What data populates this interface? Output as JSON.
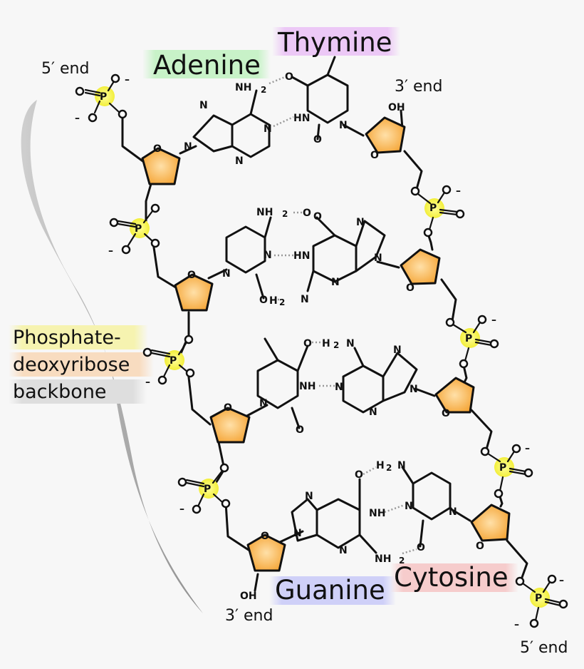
{
  "labels": {
    "adenine": "Adenine",
    "thymine": "Thymine",
    "guanine": "Guanine",
    "cytosine": "Cytosine",
    "end5_top": "5′ end",
    "end3_top": "3′ end",
    "end3_bottom": "3′ end",
    "end5_bottom": "5′ end",
    "backbone_line1": "Phosphate-",
    "backbone_line2": "deoxyribose",
    "backbone_line3": "backbone"
  },
  "atoms": {
    "N": "N",
    "O": "O",
    "P": "P",
    "H": "H",
    "NH": "NH",
    "HN": "HN",
    "NH2": "NH",
    "two": "2",
    "H2N": "H",
    "OH": "OH",
    "minus": "–"
  },
  "colors": {
    "adenine": "#7be07b",
    "thymine": "#d46ef0",
    "guanine": "#8a8cf5",
    "cytosine": "#f08a8a",
    "sugar": "#f7a93c",
    "phosphate": "#f4f04a"
  }
}
